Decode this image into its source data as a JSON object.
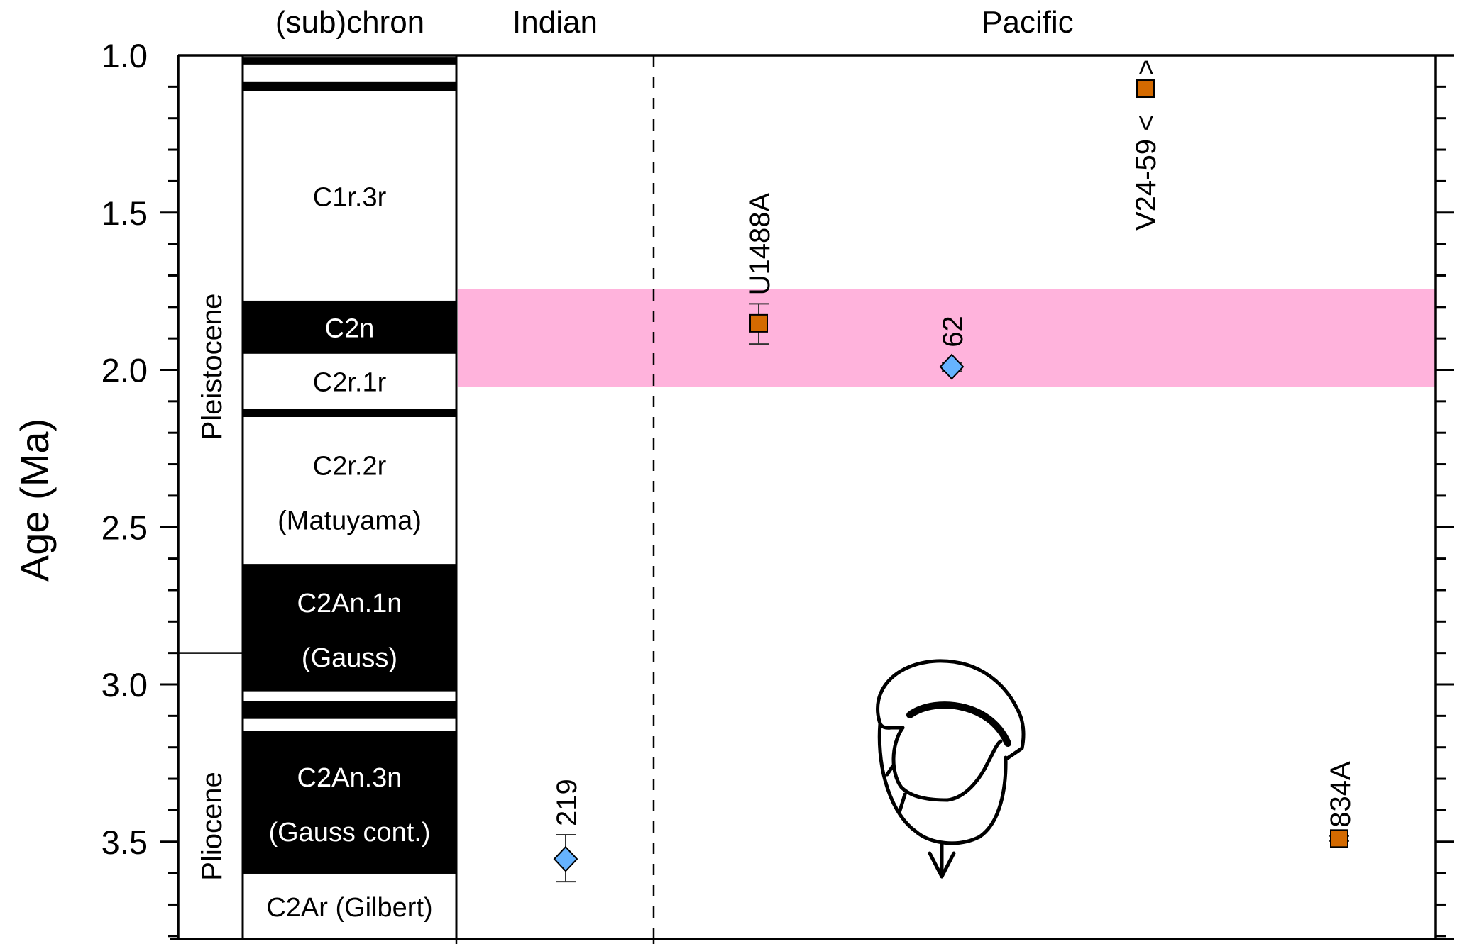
{
  "chart_data": {
    "type": "scatter",
    "title": "",
    "ylabel": "Age (Ma)",
    "ylim": [
      1.0,
      3.81
    ],
    "y_inverted": true,
    "yticks_major": [
      1.0,
      1.5,
      2.0,
      2.5,
      3.0,
      3.5
    ],
    "ytick_labels": [
      "1.0",
      "1.5",
      "2.0",
      "2.5",
      "3.0",
      "3.5"
    ],
    "ytick_minor_step": 0.1,
    "grid": false,
    "column_headers": {
      "chron": "(sub)chron",
      "indian": "Indian",
      "pacific": "Pacific"
    },
    "epochs": [
      {
        "name": "Pleistocene",
        "from": 1.0,
        "to": 2.9
      },
      {
        "name": "Pliocene",
        "from": 2.9,
        "to": 3.81
      }
    ],
    "chrons": [
      {
        "label": "",
        "polarity": "normal",
        "from": 1.007,
        "to": 1.029
      },
      {
        "label": "",
        "polarity": "normal",
        "from": 1.083,
        "to": 1.115
      },
      {
        "label": "C1r.3r",
        "polarity": "reversed",
        "from": 1.115,
        "to": 1.78
      },
      {
        "label": "C2n",
        "polarity": "normal",
        "from": 1.78,
        "to": 1.949
      },
      {
        "label": "C2r.1r",
        "polarity": "reversed",
        "from": 1.949,
        "to": 2.123
      },
      {
        "label": "",
        "polarity": "normal",
        "from": 2.123,
        "to": 2.15
      },
      {
        "label": "C2r.2r",
        "sublabel": "(Matuyama)",
        "polarity": "reversed",
        "from": 2.15,
        "to": 2.617
      },
      {
        "label": "C2An.1n",
        "sublabel": "(Gauss)",
        "polarity": "normal",
        "from": 2.617,
        "to": 3.022
      },
      {
        "label": "",
        "polarity": "reversed",
        "from": 3.022,
        "to": 3.052
      },
      {
        "label": "",
        "polarity": "normal",
        "from": 3.052,
        "to": 3.11
      },
      {
        "label": "",
        "polarity": "reversed",
        "from": 3.11,
        "to": 3.147
      },
      {
        "label": "C2An.3n",
        "sublabel": "(Gauss cont.)",
        "polarity": "normal",
        "from": 3.147,
        "to": 3.602
      },
      {
        "label": "C2Ar (Gilbert)",
        "polarity": "reversed",
        "from": 3.602,
        "to": 3.81
      }
    ],
    "highlight_band": {
      "from": 1.744,
      "to": 2.055,
      "color": "#ffb3dc"
    },
    "series": [
      {
        "name": "Indian",
        "marker": "diamond",
        "color": "#66b3ff",
        "points": [
          {
            "site": "219",
            "age": 3.555,
            "err_low": 3.478,
            "err_high": 3.627
          }
        ]
      },
      {
        "name": "Pacific",
        "points": [
          {
            "site": "U1488A",
            "marker": "square",
            "color": "#d46a00",
            "age": 1.852,
            "err_low": 1.79,
            "err_high": 1.918
          },
          {
            "site": "62",
            "marker": "diamond",
            "color": "#66b3ff",
            "age": 1.99,
            "err_low": 1.978,
            "err_high": 2.004
          },
          {
            "site": "V24-59",
            "marker": "square",
            "color": "#d46a00",
            "age": 1.106,
            "bracket": true,
            "prefix": "<",
            "suffix": ">"
          },
          {
            "site": "834A",
            "marker": "square",
            "color": "#d46a00",
            "age": 3.49,
            "err_low": 3.482,
            "err_high": 3.498
          }
        ]
      }
    ],
    "annotation": {
      "type": "foraminifera-drawing",
      "note": "downward arrow"
    }
  }
}
